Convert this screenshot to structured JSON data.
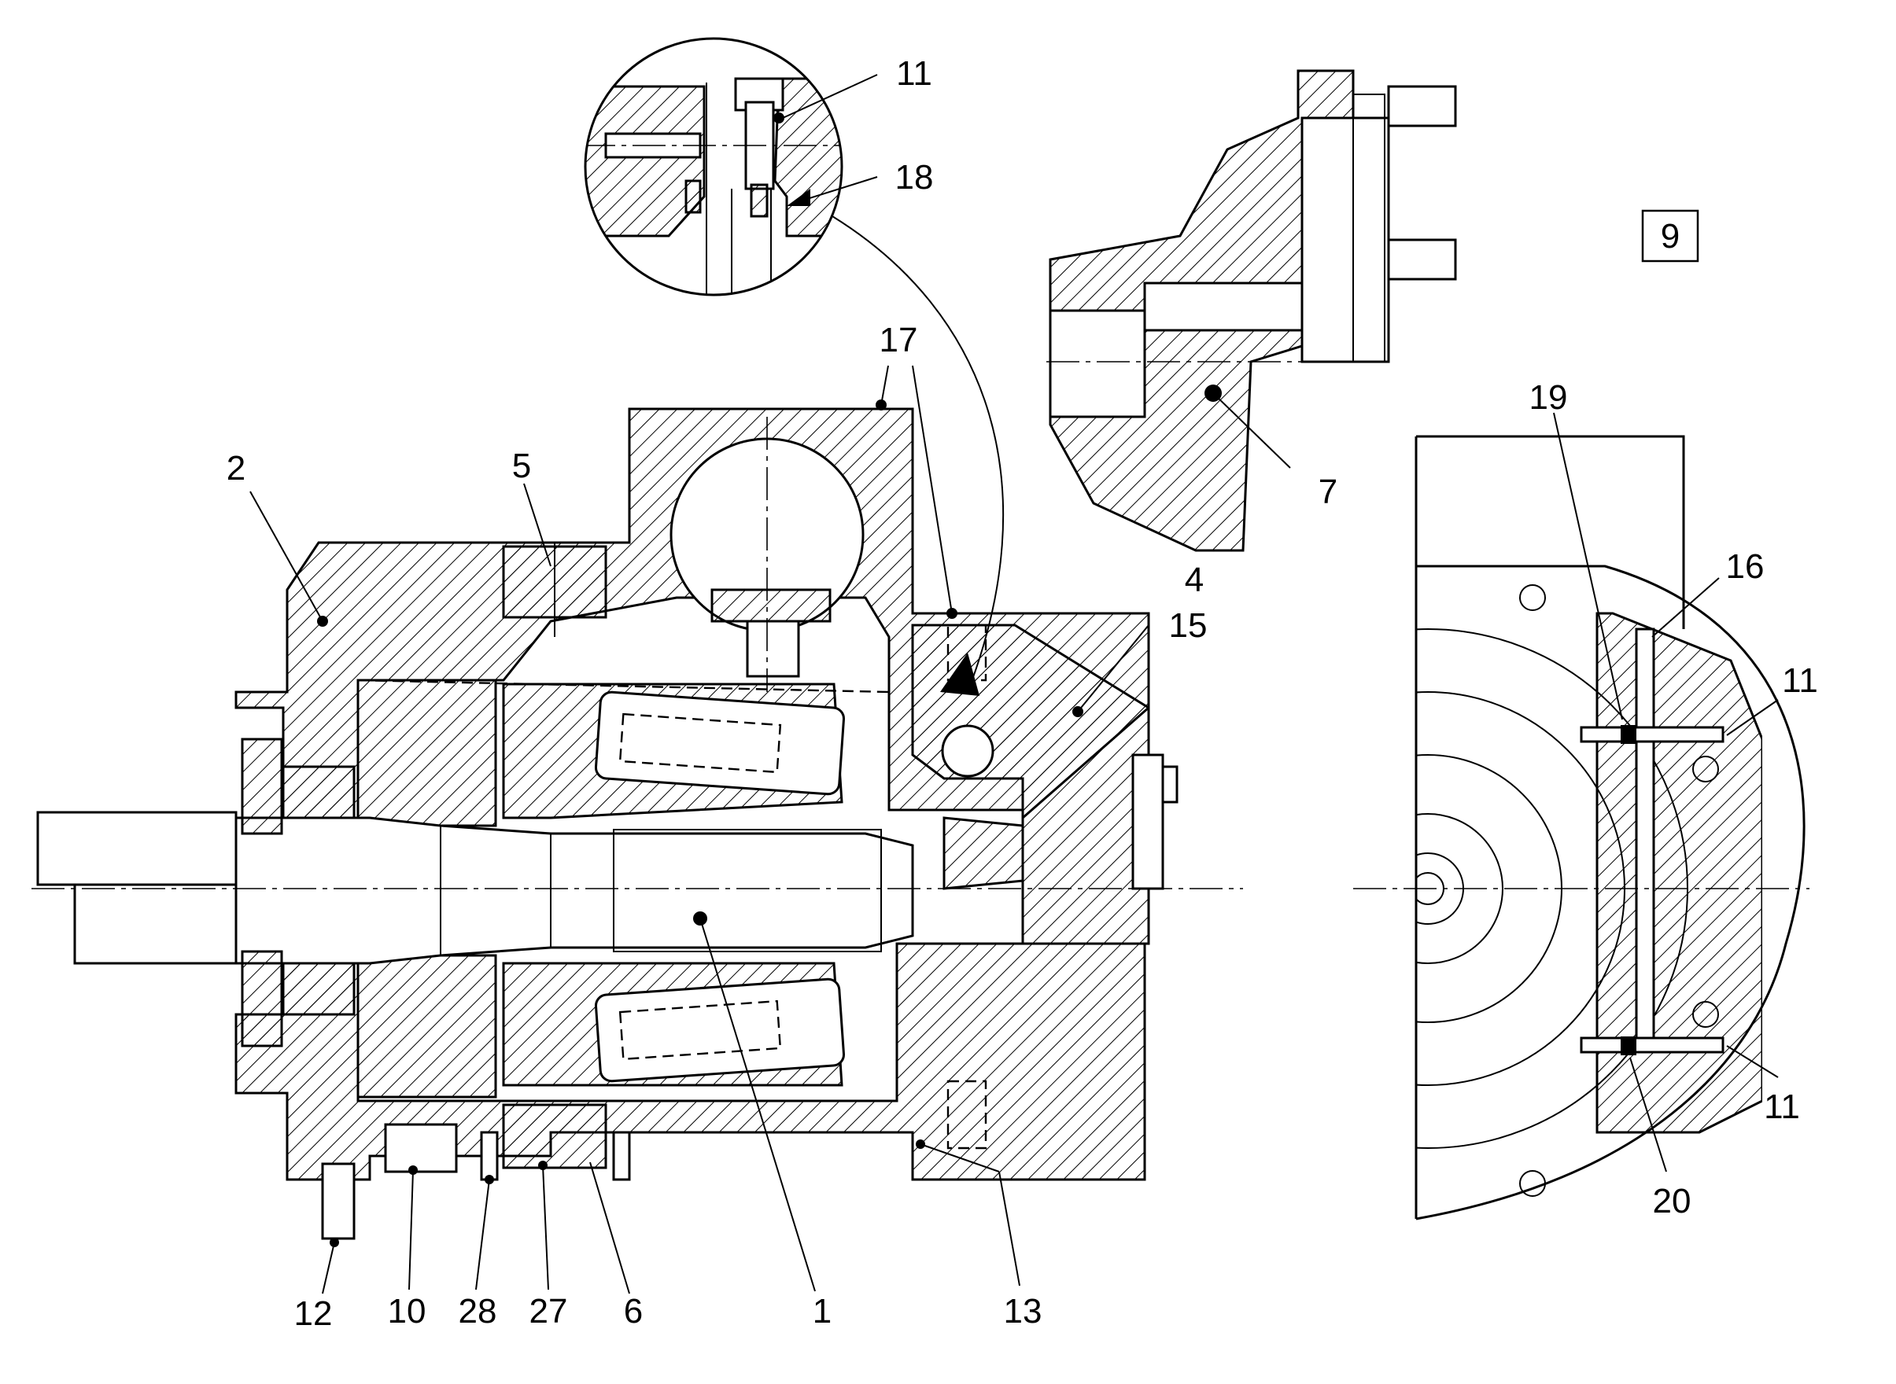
{
  "figure": {
    "page_number": "9",
    "callouts": {
      "c1": "1",
      "c2": "2",
      "c4": "4",
      "c5": "5",
      "c6": "6",
      "c7": "7",
      "c10": "10",
      "c11a": "11",
      "c11b": "11",
      "c11c": "11",
      "c12": "12",
      "c13": "13",
      "c15": "15",
      "c16": "16",
      "c17": "17",
      "c18": "18",
      "c19": "19",
      "c20": "20",
      "c27": "27",
      "c28": "28"
    }
  }
}
